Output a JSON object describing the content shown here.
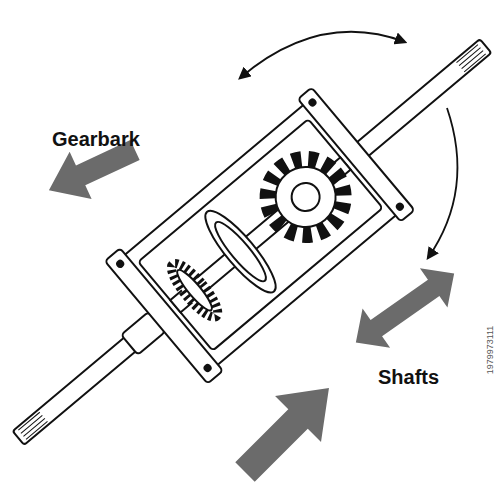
{
  "diagram": {
    "labels": [
      "Gearbark",
      "Shafts",
      "1979973111"
    ]
  }
}
